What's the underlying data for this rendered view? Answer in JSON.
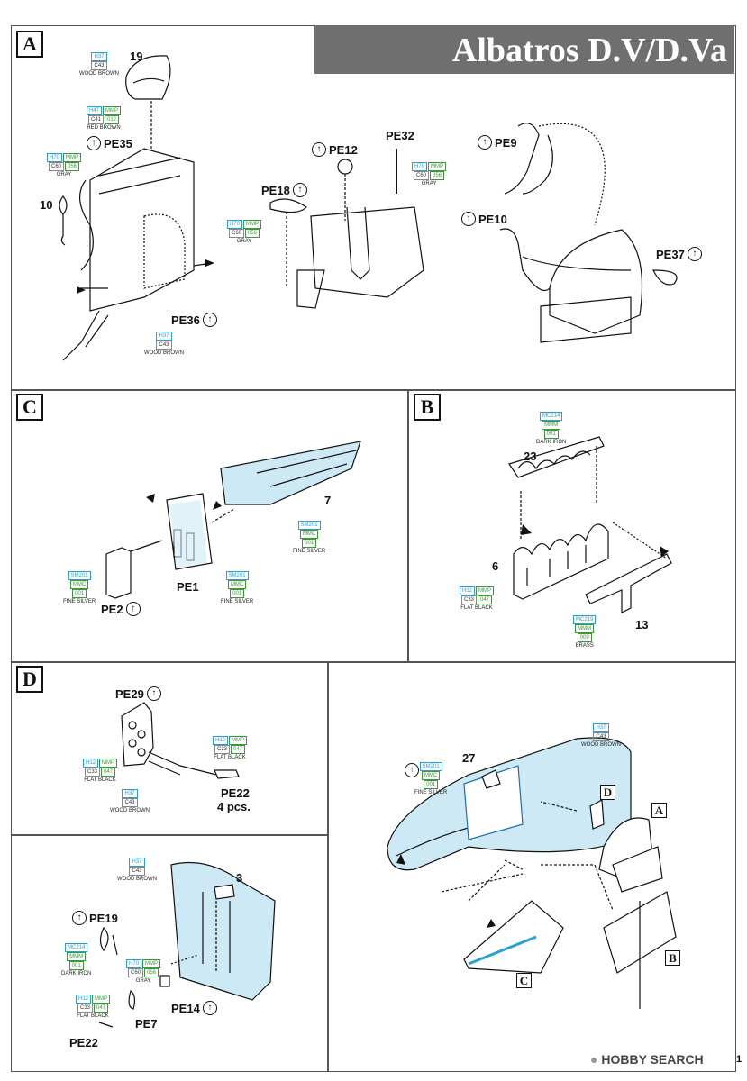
{
  "title": "Albatros D.V/D.Va",
  "sections": {
    "a": "A",
    "b": "B",
    "c": "C",
    "d": "D"
  },
  "paints": {
    "h37": {
      "h": "H37",
      "c": "C43",
      "name": "WOOD BROWN"
    },
    "h47": {
      "h": "H47",
      "m": "MMP",
      "c": "C41",
      "cn": "012",
      "name": "RED BROWN"
    },
    "h70": {
      "h": "H70",
      "m": "MMP",
      "c": "C60",
      "cn": "056",
      "name": "GRAY"
    },
    "sm201": {
      "h": "SM201",
      "m": "MMC",
      "cn": "001",
      "name": "FINE SILVER"
    },
    "mc214": {
      "h": "MC214",
      "m": "MMM",
      "cn": "001",
      "name": "DARK IRON"
    },
    "h12": {
      "h": "H12",
      "m": "MMP",
      "c": "C33",
      "cn": "047",
      "name": "FLAT BLACK"
    },
    "mc219": {
      "h": "MC219",
      "m": "MMM",
      "cn": "009",
      "name": "BRASS"
    }
  },
  "parts": {
    "p19": "19",
    "p10": "10",
    "pe35": "PE35",
    "pe36": "PE36",
    "pe12": "PE12",
    "pe32": "PE32",
    "pe18": "PE18",
    "pe9": "PE9",
    "pe10": "PE10",
    "pe37": "PE37",
    "p7": "7",
    "pe1": "PE1",
    "pe2": "PE2",
    "p23": "23",
    "p6": "6",
    "p13": "13",
    "pe29": "PE29",
    "pe22": "PE22",
    "pe22_qty": "4 pcs.",
    "p3": "3",
    "pe19": "PE19",
    "pe14": "PE14",
    "pe7": "PE7",
    "p27": "27"
  },
  "watermark": {
    "brand": "HOBBY SEARCH",
    "page": "1"
  },
  "colors": {
    "title_bg": "#6f6f6f",
    "paint_blue": "#2a9fd6",
    "paint_green": "#3a9a3a",
    "part_fill": "#cde9f5"
  }
}
